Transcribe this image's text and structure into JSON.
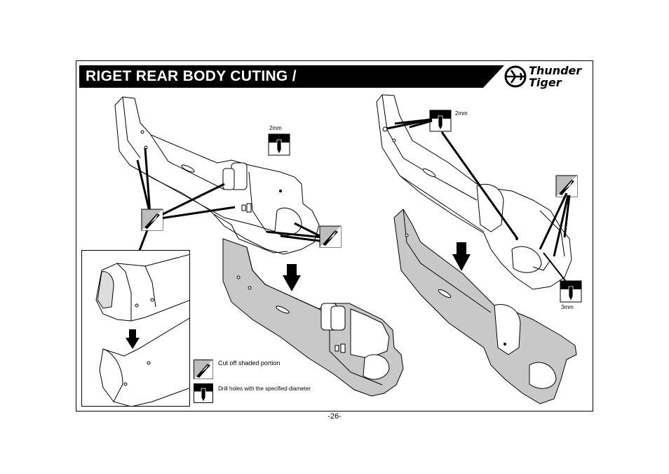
{
  "header": {
    "title": "RIGET REAR BODY CUTING /",
    "bar_color": "#000000",
    "title_color": "#ffffff"
  },
  "logo": {
    "line1": "Thunder",
    "line2": "Tiger",
    "icon": "jet-in-circle-icon"
  },
  "annotations": {
    "drill_top_left": "2mm",
    "drill_top_right": "2mm",
    "drill_bottom_right": "3mm"
  },
  "legend": {
    "cut_label": "Cut off shaded portion",
    "cut_icon": "cut-knife-icon",
    "drill_label": "Drill holes with the specified diameter",
    "drill_icon": "drill-bit-icon"
  },
  "footer": {
    "page_number": "-26-"
  },
  "colors": {
    "shaded_part": "#c8c8c8",
    "outline": "#000000"
  }
}
